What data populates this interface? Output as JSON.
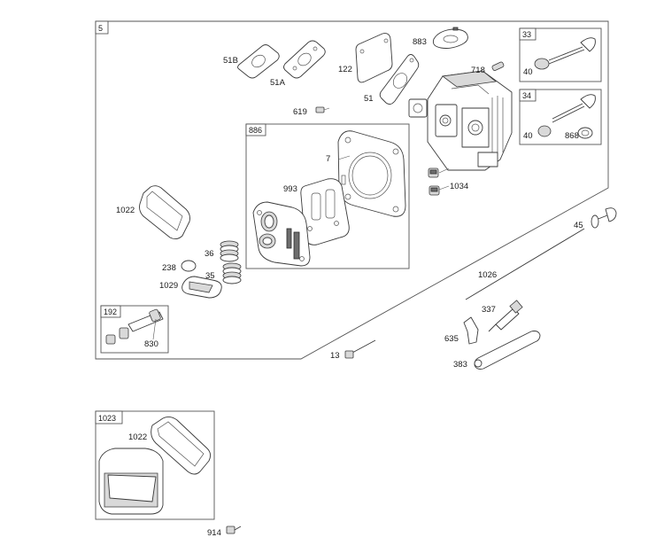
{
  "main_group": {
    "number": "5"
  },
  "subgroups": {
    "head_gasket_kit": "886",
    "valve_exhaust": "33",
    "valve_intake": "34",
    "breather_kit": "192",
    "valve_cover_kit": "1023"
  },
  "callouts": {
    "p51B": "51B",
    "p51A": "51A",
    "p122": "122",
    "p883": "883",
    "p718": "718",
    "p51": "51",
    "p619": "619",
    "p7": "7",
    "p993": "993",
    "p1034": "1034",
    "p1022": "1022",
    "p36": "36",
    "p238": "238",
    "p35": "35",
    "p1029": "1029",
    "p830": "830",
    "p40a": "40",
    "p40b": "40",
    "p868": "868",
    "p45": "45",
    "p1026": "1026",
    "p337": "337",
    "p635": "635",
    "p383": "383",
    "p13": "13",
    "p1022b": "1022",
    "p914": "914"
  }
}
